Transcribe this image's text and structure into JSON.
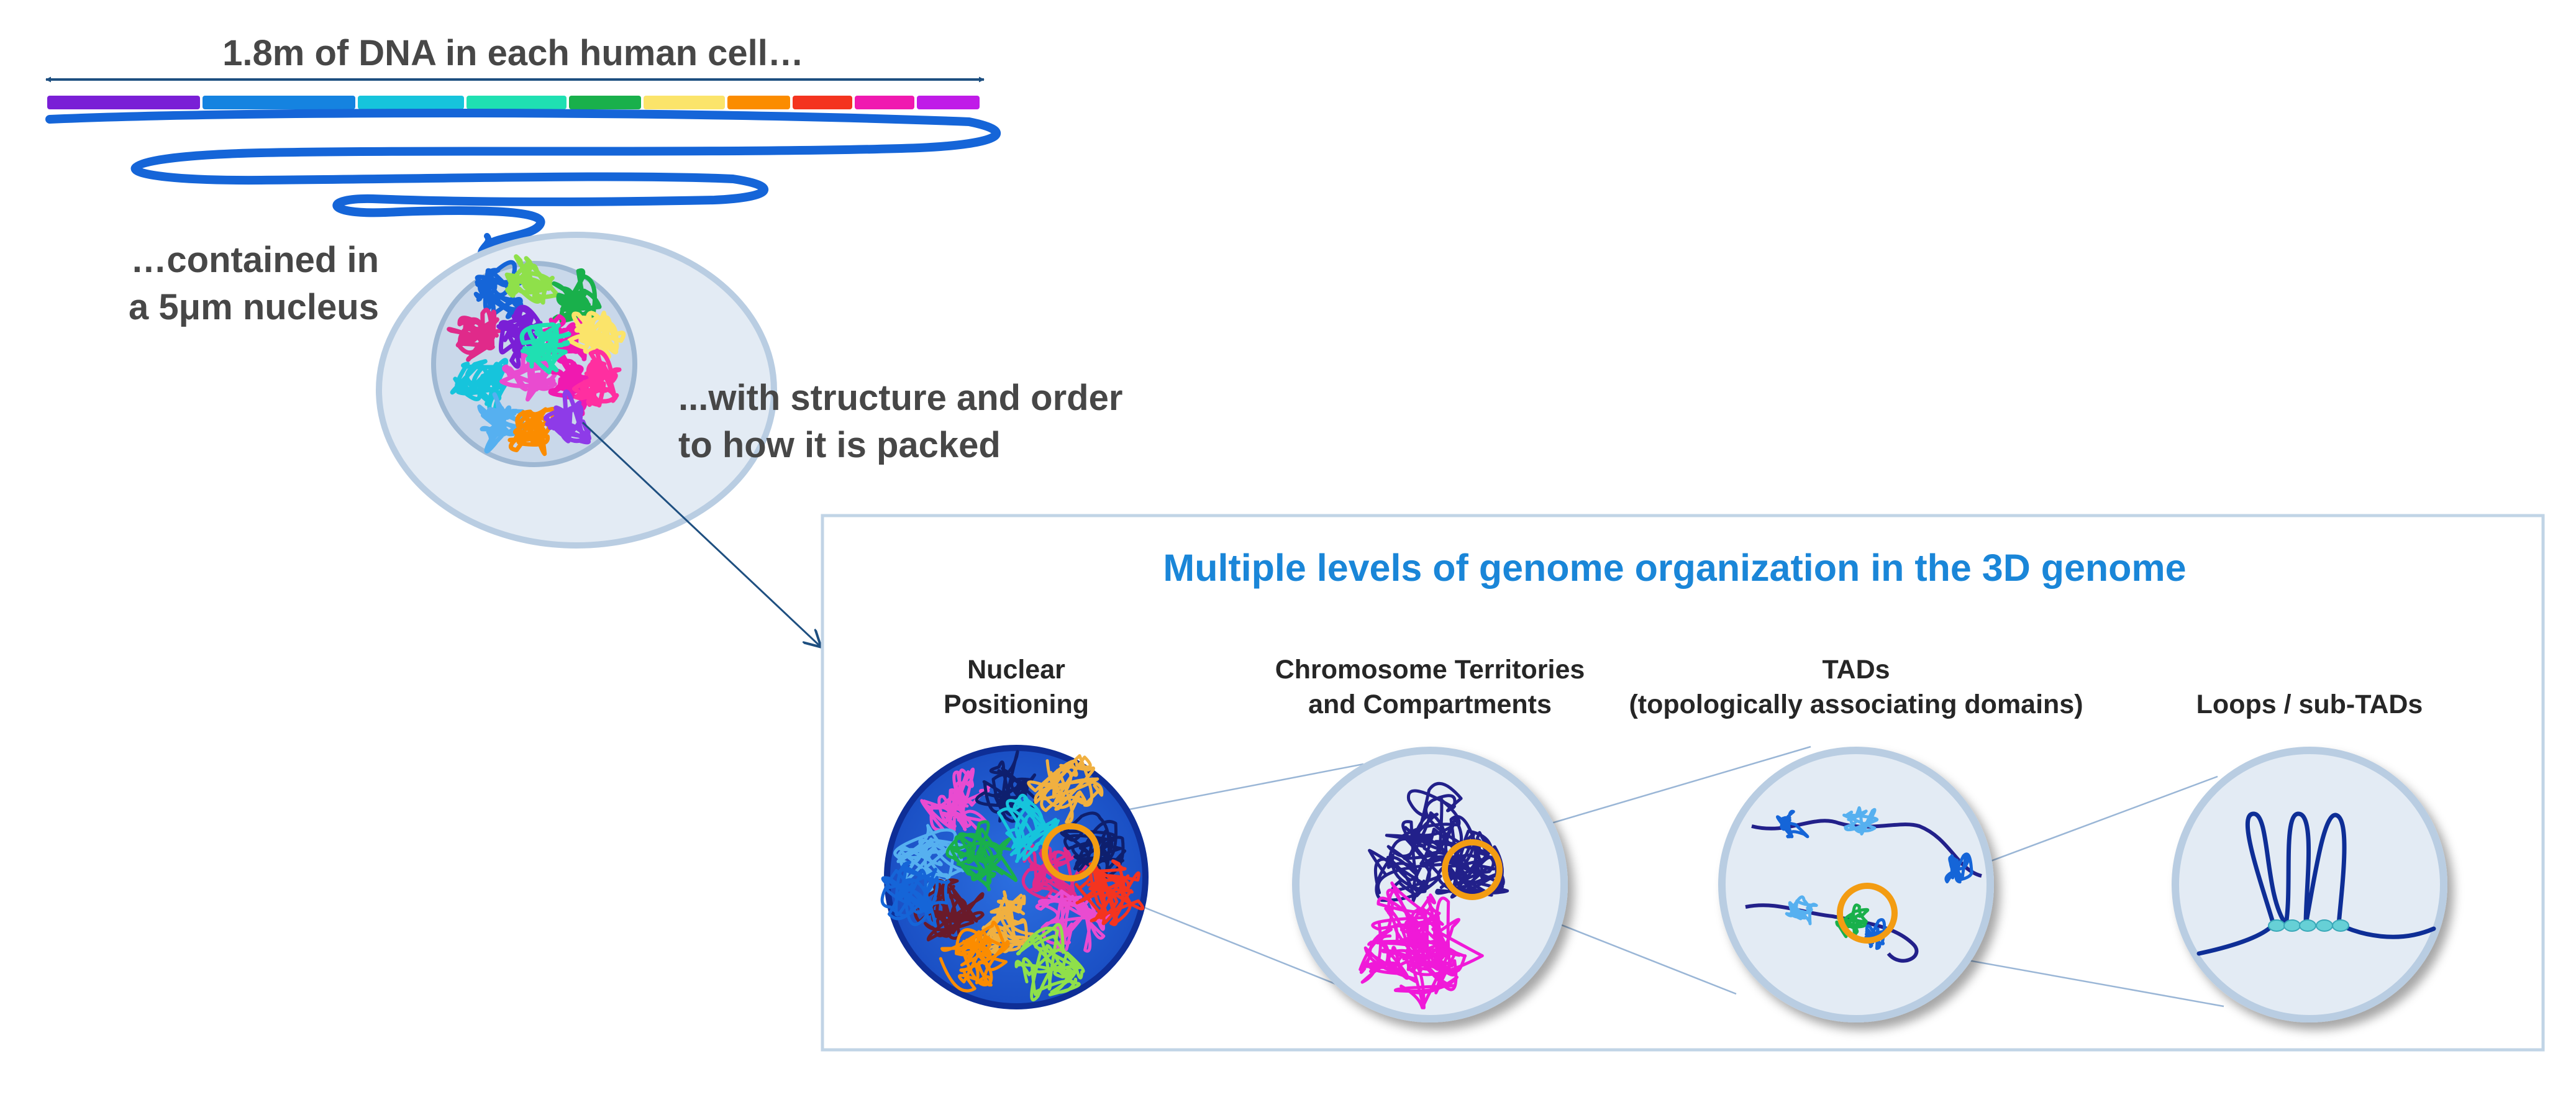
{
  "dna_length_label": "1.8m of DNA in each human cell…",
  "nucleus_label": [
    "…contained in",
    "a 5μm nucleus"
  ],
  "structure_label": [
    "...with structure and order",
    "to how it is packed"
  ],
  "panel": {
    "title": "Multiple levels of genome organization in the 3D genome",
    "levels": [
      {
        "name": [
          "Nuclear",
          "Positioning"
        ]
      },
      {
        "name": [
          "Chromosome Territories",
          "and Compartments"
        ]
      },
      {
        "name": [
          "TADs",
          "(topologically associating domains)"
        ]
      },
      {
        "name": [
          "Loops / sub-TADs"
        ]
      }
    ]
  },
  "colors": {
    "text_dark": "#474747",
    "title_blue": "#1a86d8",
    "dna_blue": "#1565d8",
    "arrow_navy": "#1e4f80",
    "cell_fill": "#e3ebf4",
    "cell_border": "#b9cde2",
    "highlight_orange": "#f39c12",
    "segments": [
      "#7a1fd6",
      "#1583e0",
      "#16c4dc",
      "#1fe0b2",
      "#19b04b",
      "#fbe46a",
      "#fb8c00",
      "#f4341f",
      "#f019b0",
      "#c01be8"
    ]
  }
}
